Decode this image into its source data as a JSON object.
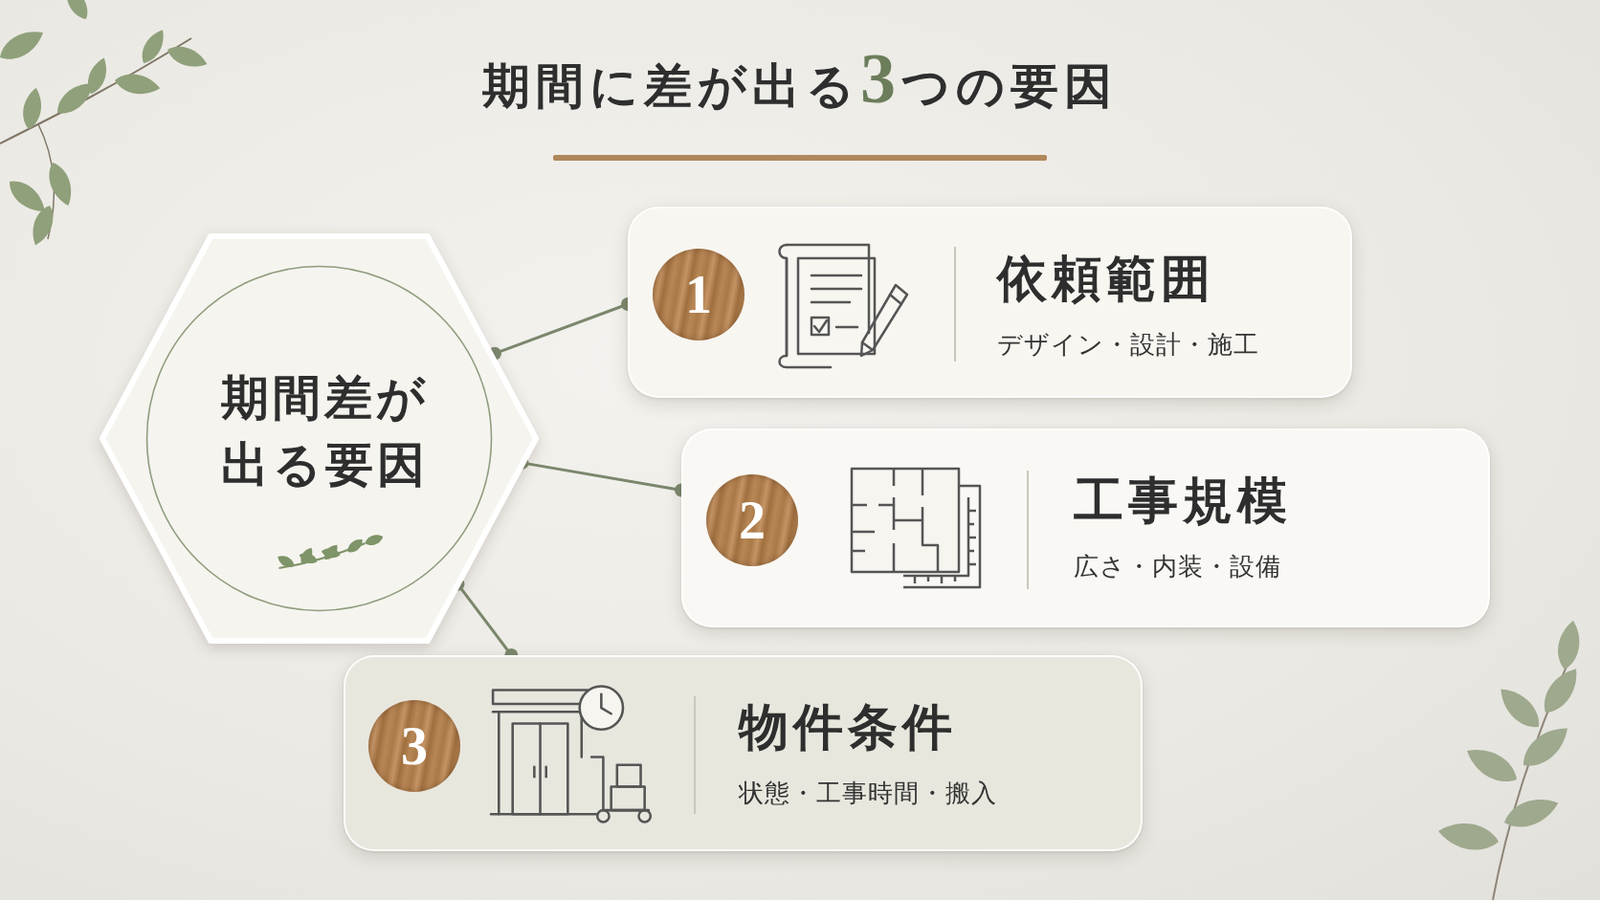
{
  "diagram": {
    "title": "期間に差が出る3つの要因",
    "nodes": [
      {
        "text": [
          "期間差が 出る要因"
        ]
      },
      {
        "text": [
          "1",
          "依頼範囲",
          "デザイン・設計・施工"
        ]
      },
      {
        "text": [
          "2",
          "工事規模",
          "広さ・内装・設備"
        ]
      },
      {
        "text": [
          "3",
          "物件条件",
          "状態・工事時間・搬入"
        ]
      }
    ],
    "edges": [
      {
        "from": 0,
        "to": 1,
        "arrow": "none"
      },
      {
        "from": 0,
        "to": 2,
        "arrow": "none"
      },
      {
        "from": 0,
        "to": 3,
        "arrow": "none"
      }
    ]
  }
}
